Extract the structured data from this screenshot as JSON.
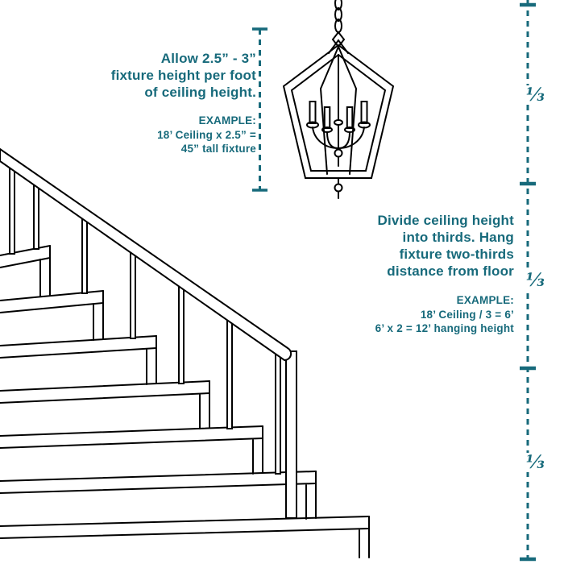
{
  "colors": {
    "accent_teal": "#176a7b",
    "line_black": "#000000",
    "background": "#ffffff"
  },
  "top_rule": {
    "lines": [
      "Allow 2.5” - 3”",
      "fixture height per foot",
      "of ceiling height."
    ],
    "example": {
      "label": "EXAMPLE:",
      "lines": [
        "18’ Ceiling x 2.5” =",
        "45” tall fixture"
      ]
    }
  },
  "bottom_rule": {
    "lines": [
      "Divide ceiling height",
      "into thirds. Hang",
      "fixture two-thirds",
      "distance from floor"
    ],
    "example": {
      "label": "EXAMPLE:",
      "lines": [
        "18’ Ceiling / 3 = 6’",
        "6’ x 2 = 12’ hanging height"
      ]
    }
  },
  "thirds_scale": {
    "labels": [
      "⅓",
      "⅓",
      "⅓"
    ]
  },
  "illustrations": {
    "fixture": "lantern-chandelier-line-art",
    "stairs": "staircase-with-handrail-line-art"
  }
}
